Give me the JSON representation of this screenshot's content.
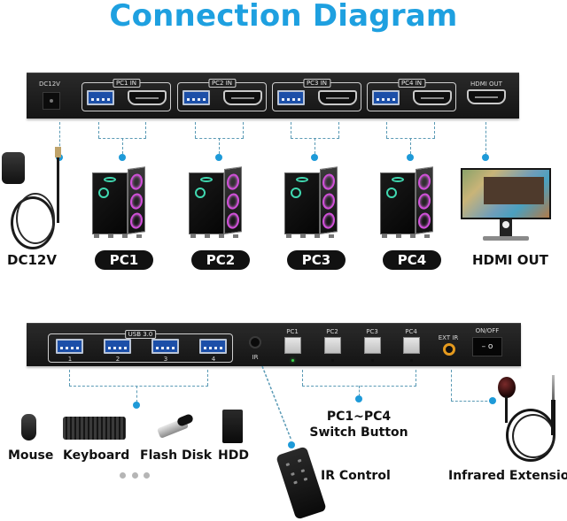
{
  "title": "Connection Diagram",
  "top_panel": {
    "power_port_label": "DC12V",
    "input_groups": [
      {
        "label": "PC1 IN",
        "ports": [
          "usb",
          "hdmi"
        ]
      },
      {
        "label": "PC2 IN",
        "ports": [
          "usb",
          "hdmi"
        ]
      },
      {
        "label": "PC3 IN",
        "ports": [
          "usb",
          "hdmi"
        ]
      },
      {
        "label": "PC4 IN",
        "ports": [
          "usb",
          "hdmi"
        ]
      }
    ],
    "output_label": "HDMI OUT"
  },
  "top_devices": {
    "power_adapter_label": "DC12V",
    "pcs": [
      "PC1",
      "PC2",
      "PC3",
      "PC4"
    ],
    "monitor_label": "HDMI OUT"
  },
  "bottom_panel": {
    "usb_group_label": "USB 3.0",
    "usb_ports": [
      "1",
      "2",
      "3",
      "4"
    ],
    "ir_port_label": "IR",
    "switch_buttons": [
      {
        "label": "PC1",
        "led": "on"
      },
      {
        "label": "PC2",
        "led": "off"
      },
      {
        "label": "PC3",
        "led": "off"
      },
      {
        "label": "PC4",
        "led": "off"
      }
    ],
    "ext_ir_label": "EXT IR",
    "power_switch_label": "ON/OFF",
    "power_switch_face": "– o"
  },
  "bottom_devices": {
    "peripherals": [
      "Mouse",
      "Keyboard",
      "Flash Disk",
      "HDD"
    ],
    "switch_button_label_line1": "PC1~PC4",
    "switch_button_label_line2": "Switch Button",
    "ir_control_label": "IR Control",
    "infrared_extension_label": "Infrared Extension"
  },
  "colors": {
    "title": "#1ea0e0",
    "connector_dot": "#1e9ad8",
    "connector_line": "#5a9ab5",
    "panel": "#1c1c1c",
    "led_on": "#3ad24a",
    "ext_ir_ring": "#e59a1e"
  }
}
